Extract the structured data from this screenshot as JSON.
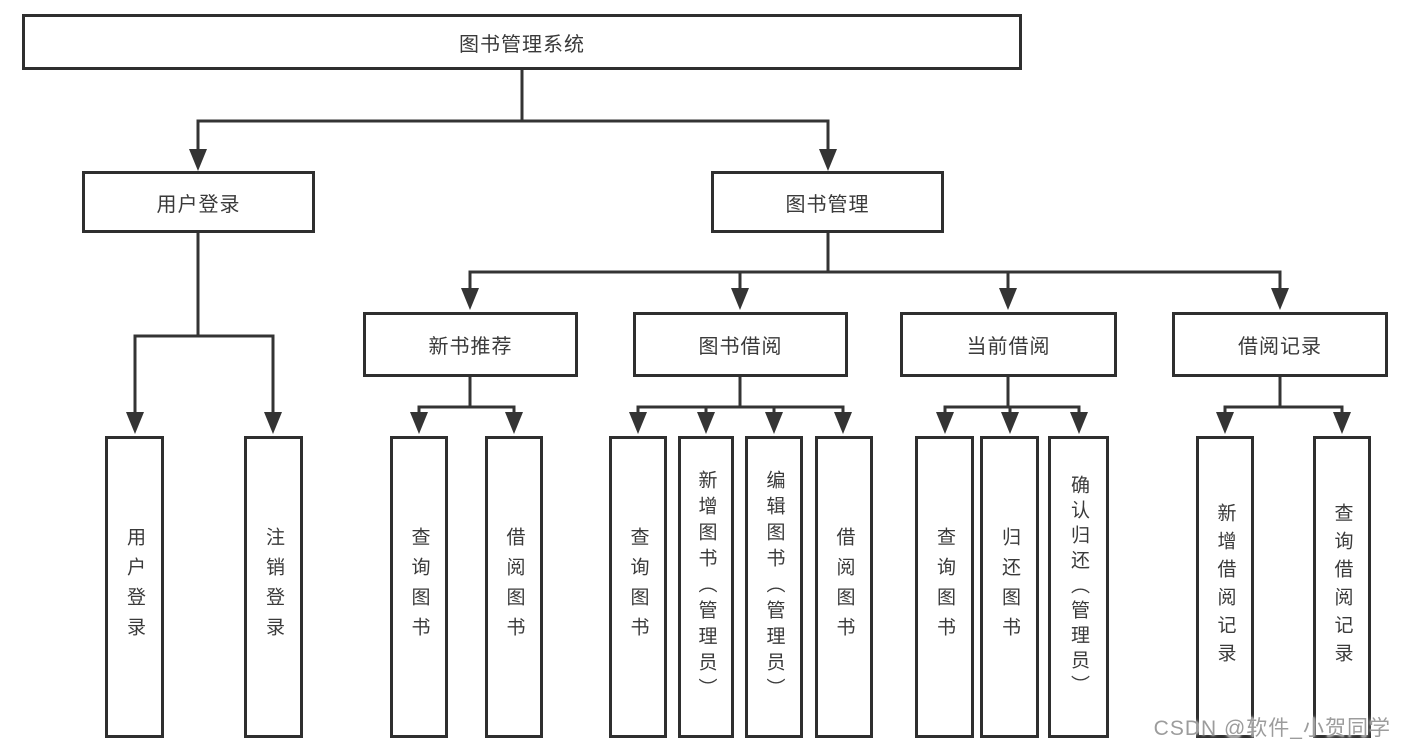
{
  "tree": {
    "label": "图书管理系统",
    "children": [
      {
        "label": "用户登录",
        "children": [
          {
            "label": "用户登录"
          },
          {
            "label": "注销登录"
          }
        ]
      },
      {
        "label": "图书管理",
        "children": [
          {
            "label": "新书推荐",
            "children": [
              {
                "label": "查询图书"
              },
              {
                "label": "借阅图书"
              }
            ]
          },
          {
            "label": "图书借阅",
            "children": [
              {
                "label": "查询图书"
              },
              {
                "label": "新增图书（管理员）"
              },
              {
                "label": "编辑图书（管理员）"
              },
              {
                "label": "借阅图书"
              }
            ]
          },
          {
            "label": "当前借阅",
            "children": [
              {
                "label": "查询图书"
              },
              {
                "label": "归还图书"
              },
              {
                "label": "确认归还（管理员）"
              }
            ]
          },
          {
            "label": "借阅记录",
            "children": [
              {
                "label": "新增借阅记录"
              },
              {
                "label": "查询借阅记录"
              }
            ]
          }
        ]
      }
    ]
  },
  "watermark": {
    "text": "CSDN @软件_小贺同学"
  },
  "colors": {
    "line": "#343434",
    "box_border": "#2f2f2f",
    "text": "#3a3a3a",
    "watermark": "#9c9c9c",
    "background": "#ffffff"
  }
}
